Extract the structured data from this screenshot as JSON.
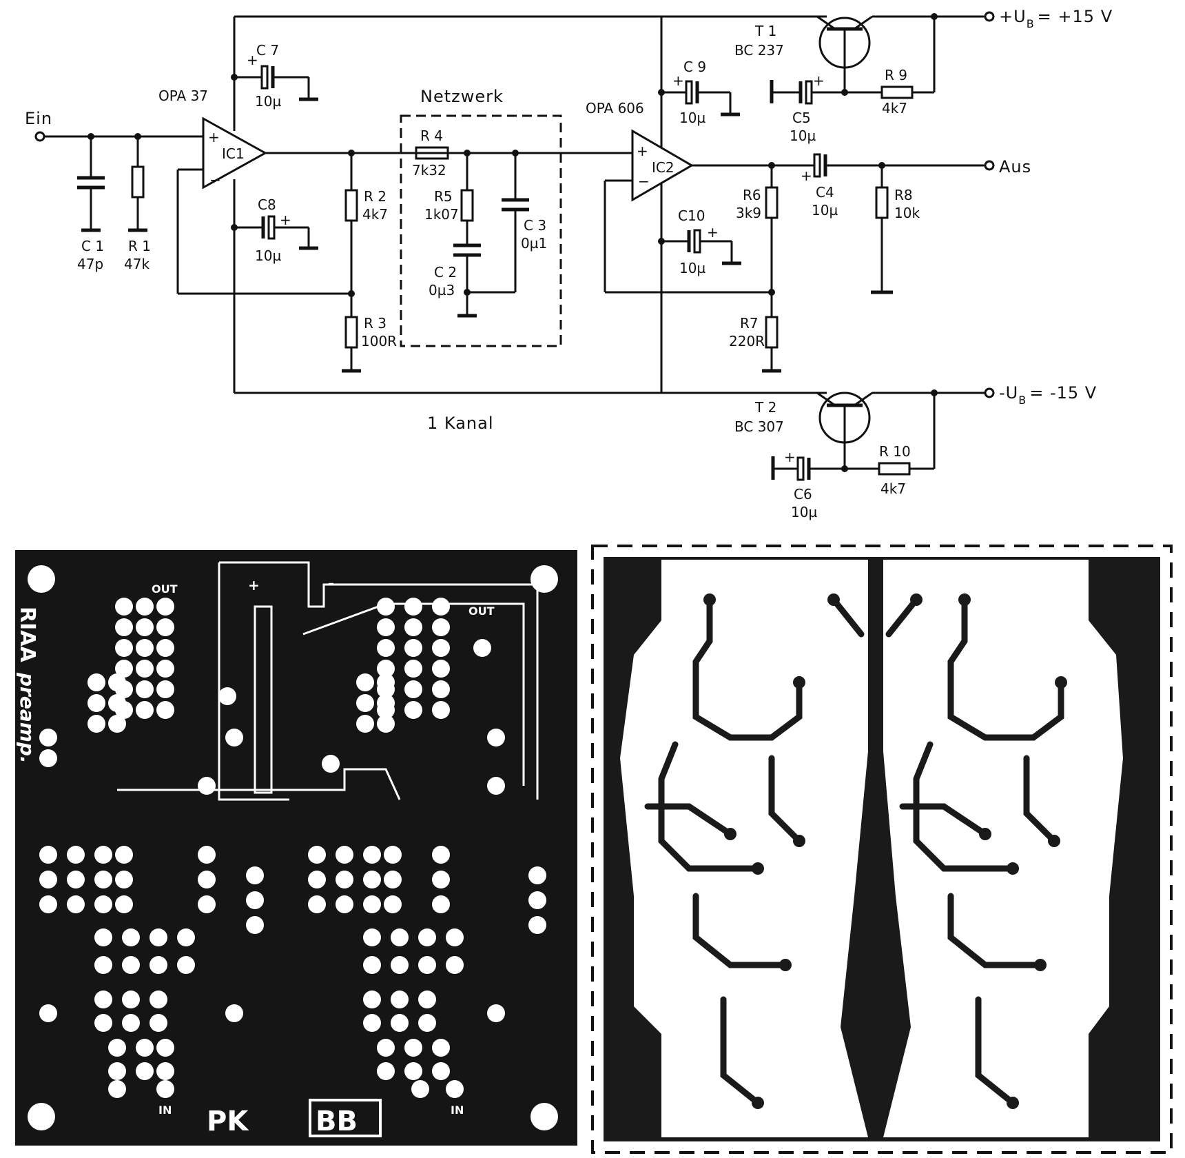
{
  "schematic": {
    "input_label": "Ein",
    "output_label": "Aus",
    "supply_pos": "+U",
    "supply_pos_sub": "B",
    "supply_pos_val": "= +15 V",
    "supply_neg": "-U",
    "supply_neg_sub": "B",
    "supply_neg_val": "= -15 V",
    "network_label": "Netzwerk",
    "channel_label": "1 Kanal",
    "ic1_part": "OPA 37",
    "ic1_ref": "IC1",
    "ic2_part": "OPA 606",
    "ic2_ref": "IC2",
    "components": {
      "C1": {
        "ref": "C 1",
        "val": "47p"
      },
      "R1": {
        "ref": "R 1",
        "val": "47k"
      },
      "C7": {
        "ref": "C 7",
        "val": "10µ"
      },
      "C8": {
        "ref": "C8",
        "val": "10µ"
      },
      "R2": {
        "ref": "R 2",
        "val": "4k7"
      },
      "R3": {
        "ref": "R 3",
        "val": "100R"
      },
      "R4": {
        "ref": "R 4",
        "val": "7k32"
      },
      "R5": {
        "ref": "R5",
        "val": "1k07"
      },
      "C2": {
        "ref": "C 2",
        "val": "0µ3"
      },
      "C3": {
        "ref": "C 3",
        "val": "0µ1"
      },
      "C9": {
        "ref": "C 9",
        "val": "10µ"
      },
      "C10": {
        "ref": "C10",
        "val": "10µ"
      },
      "R6": {
        "ref": "R6",
        "val": "3k9"
      },
      "R7": {
        "ref": "R7",
        "val": "220R"
      },
      "C4": {
        "ref": "C4",
        "val": "10µ"
      },
      "R8": {
        "ref": "R8",
        "val": "10k"
      },
      "T1": {
        "ref": "T 1",
        "val": "BC 237"
      },
      "C5": {
        "ref": "C5",
        "val": "10µ"
      },
      "R9": {
        "ref": "R 9",
        "val": "4k7"
      },
      "T2": {
        "ref": "T 2",
        "val": "BC 307"
      },
      "C6": {
        "ref": "C6",
        "val": "10µ"
      },
      "R10": {
        "ref": "R 10",
        "val": "4k7"
      }
    }
  },
  "pcb_left": {
    "title_line1": "RIAA",
    "title_line2": "preamp.",
    "out_left": "OUT",
    "out_right": "OUT",
    "in_left": "IN",
    "in_right": "IN",
    "plus": "+",
    "minus": "-",
    "logo_pk": "PK",
    "logo_bb": "BB"
  }
}
